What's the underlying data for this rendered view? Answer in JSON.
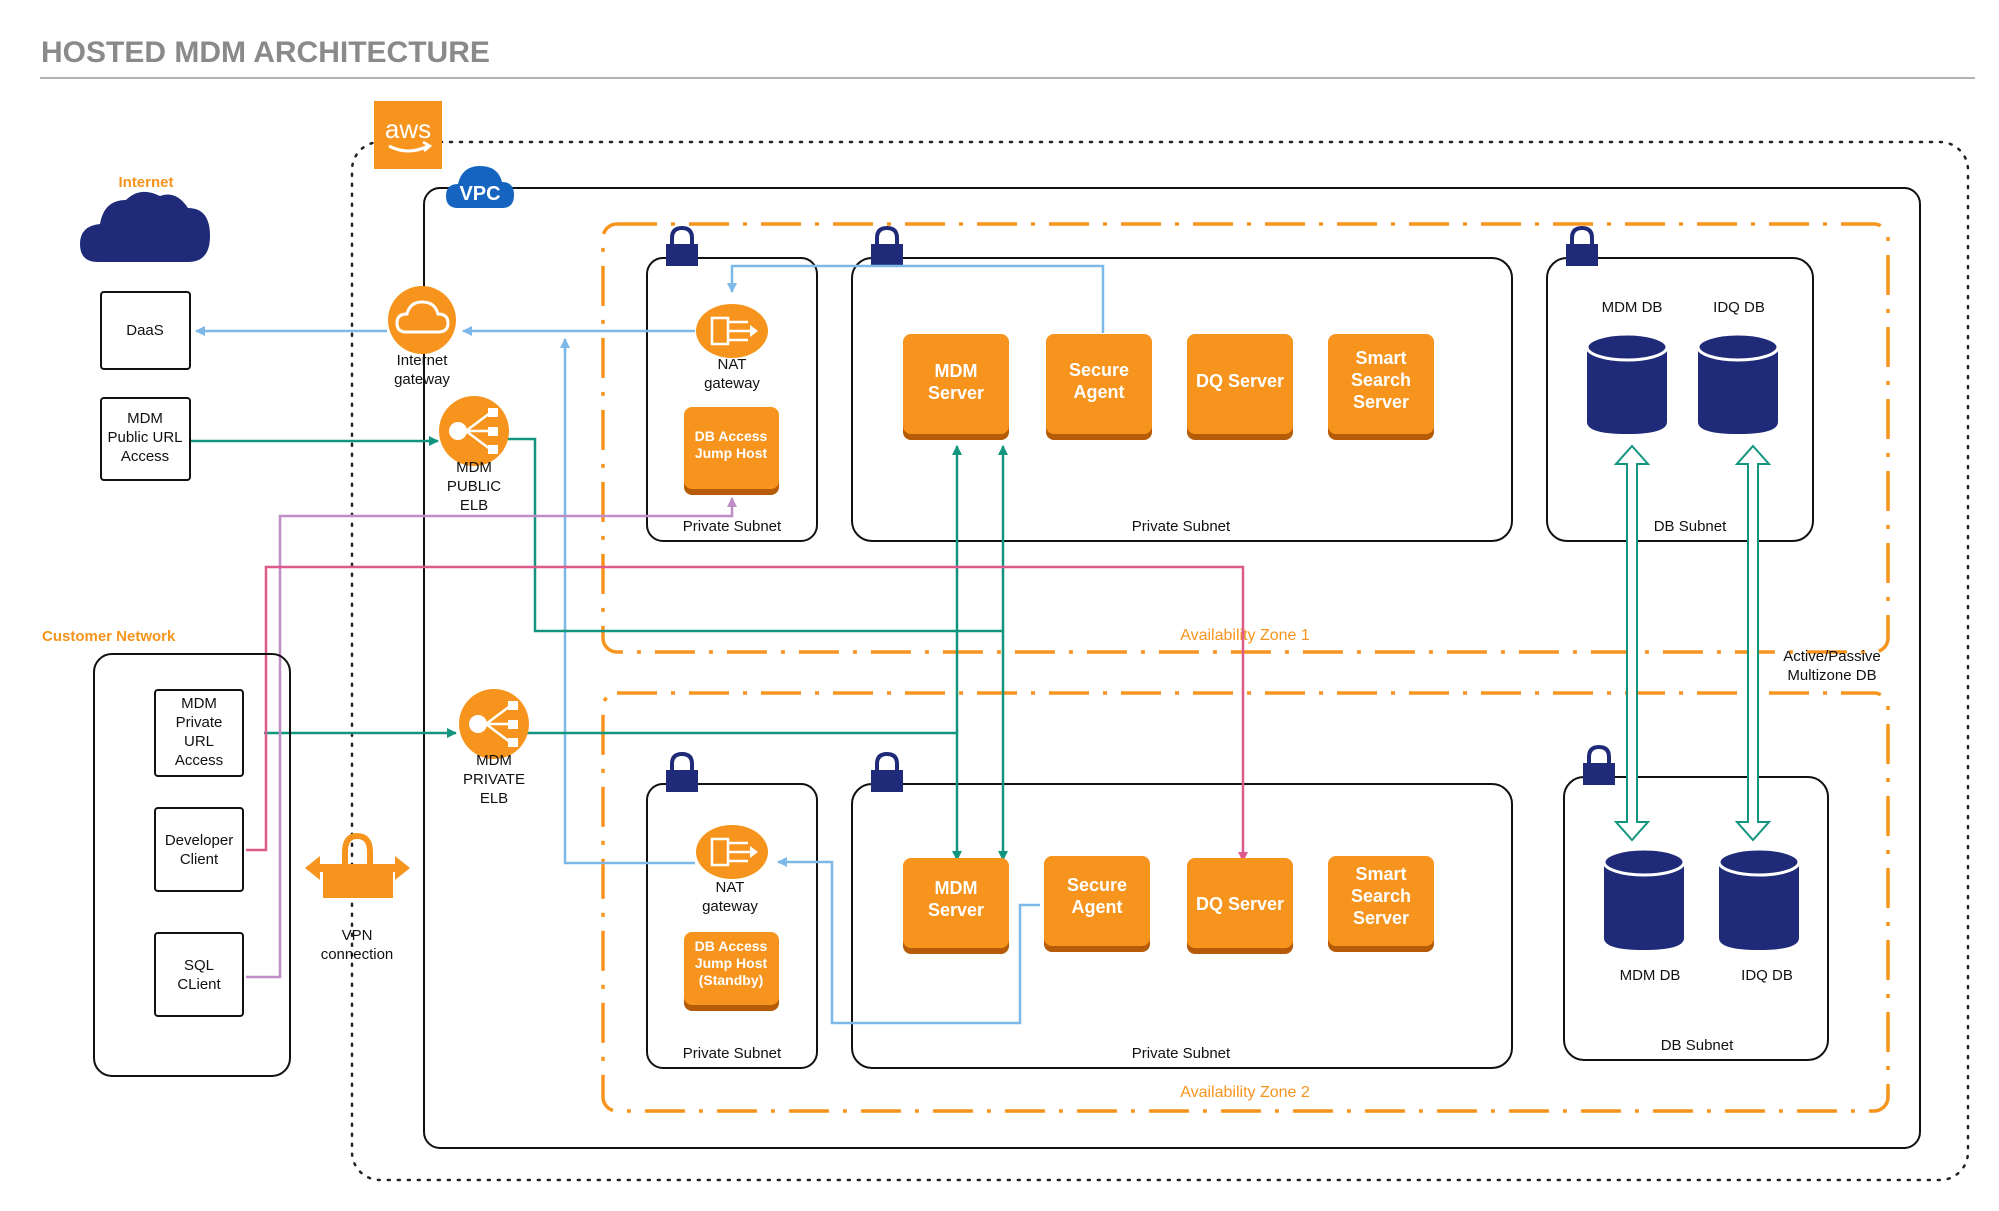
{
  "title": "HOSTED MDM ARCHITECTURE",
  "colors": {
    "orange": "#f7941d",
    "orange_dark": "#b65c08",
    "navy": "#1f2a78",
    "teal": "#12957e",
    "light_blue": "#7cb9e8",
    "purple": "#c08ec7",
    "pink": "#de5a8a",
    "gray_title": "#8a8a8a"
  },
  "aws": {
    "logo_text": "aws",
    "vpc_text": "VPC"
  },
  "internet": {
    "label": "Internet",
    "daas": "DaaS",
    "public_url": [
      "MDM",
      "Public URL",
      "Access"
    ]
  },
  "customer_network": {
    "label": "Customer Network",
    "private_url": [
      "MDM",
      "Private",
      "URL",
      "Access"
    ],
    "developer_client": [
      "Developer",
      "Client"
    ],
    "sql_client": [
      "SQL",
      "CLient"
    ]
  },
  "gateways": {
    "internet_gateway": [
      "Internet",
      "gateway"
    ],
    "public_elb": [
      "MDM",
      "PUBLIC",
      "ELB"
    ],
    "private_elb": [
      "MDM",
      "PRIVATE",
      "ELB"
    ],
    "vpn": [
      "VPN",
      "connection"
    ]
  },
  "zone1": {
    "label": "Availability Zone 1",
    "nat": [
      "NAT",
      "gateway"
    ],
    "jump_host": [
      "DB Access",
      "Jump Host"
    ],
    "private_subnet_small": "Private Subnet",
    "private_subnet_large": "Private Subnet",
    "servers": [
      [
        "MDM",
        "Server"
      ],
      [
        "Secure",
        "Agent"
      ],
      [
        "DQ Server"
      ],
      [
        "Smart",
        "Search",
        "Server"
      ]
    ],
    "db_subnet": "DB Subnet",
    "mdm_db": "MDM DB",
    "idq_db": "IDQ DB"
  },
  "zone2": {
    "label": "Availability Zone 2",
    "nat": [
      "NAT",
      "gateway"
    ],
    "jump_host": [
      "DB Access",
      "Jump Host",
      "(Standby)"
    ],
    "private_subnet_small": "Private Subnet",
    "private_subnet_large": "Private Subnet",
    "servers": [
      [
        "MDM",
        "Server"
      ],
      [
        "Secure",
        "Agent"
      ],
      [
        "DQ Server"
      ],
      [
        "Smart",
        "Search",
        "Server"
      ]
    ],
    "db_subnet": "DB Subnet",
    "mdm_db": "MDM DB",
    "idq_db": "IDQ DB"
  },
  "multizone": [
    "Active/Passive",
    "Multizone DB"
  ]
}
